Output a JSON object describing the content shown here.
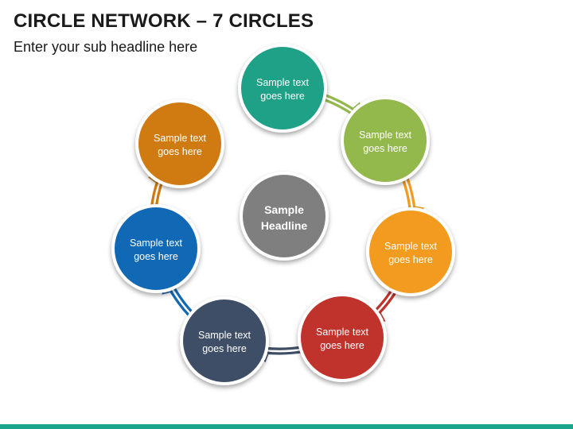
{
  "title": "CIRCLE NETWORK – 7 CIRCLES",
  "subtitle": "Enter your sub headline here",
  "center": {
    "line1": "Sample",
    "line2": "Headline",
    "color": "#7f7f7f"
  },
  "circles": [
    {
      "line1": "Sample text",
      "line2": "goes here",
      "color": "#1fa187"
    },
    {
      "line1": "Sample text",
      "line2": "goes here",
      "color": "#93b84c"
    },
    {
      "line1": "Sample text",
      "line2": "goes here",
      "color": "#f39b1f"
    },
    {
      "line1": "Sample text",
      "line2": "goes here",
      "color": "#c0322c"
    },
    {
      "line1": "Sample text",
      "line2": "goes here",
      "color": "#3e4e66"
    },
    {
      "line1": "Sample text",
      "line2": "goes here",
      "color": "#1168b5"
    },
    {
      "line1": "Sample text",
      "line2": "goes here",
      "color": "#d07b12"
    }
  ],
  "accent_color": "#1aa68a"
}
